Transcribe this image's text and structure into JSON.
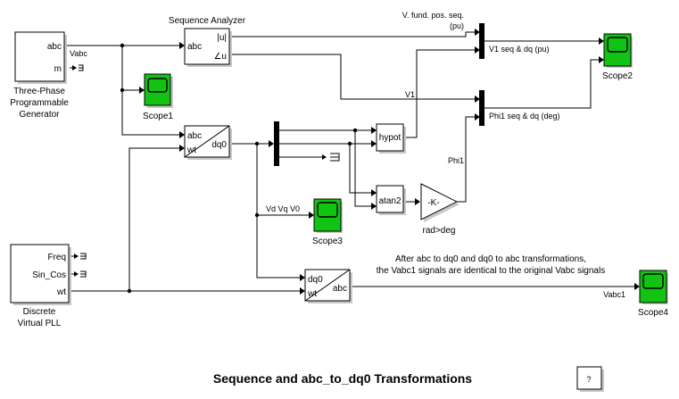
{
  "diagram": {
    "title": "Sequence and abc_to_dq0 Transformations",
    "help_button": "?",
    "note_line1": "After abc to dq0 and dq0 to abc transformations,",
    "note_line2": "the Vabc1 signals are identical to the original Vabc signals",
    "blocks": {
      "generator": {
        "name_line1": "Three-Phase",
        "name_line2": "Programmable",
        "name_line3": "Generator",
        "port_abc": "abc",
        "port_m": "m"
      },
      "sequence_analyzer": {
        "name": "Sequence Analyzer",
        "port_in": "abc",
        "port_mag": "|u|",
        "port_ang": "∠u"
      },
      "abc_to_dq0": {
        "port_abc": "abc",
        "port_wt": "wt",
        "port_dq0": "dq0"
      },
      "dq0_to_abc": {
        "port_dq0": "dq0",
        "port_wt": "wt",
        "port_abc": "abc"
      },
      "hypot": {
        "label": "hypot"
      },
      "atan2": {
        "label": "atan2"
      },
      "gain": {
        "label": "-K-",
        "name": "rad>deg"
      },
      "pll": {
        "name_line1": "Discrete",
        "name_line2": "Virtual PLL",
        "port_freq": "Freq",
        "port_sincos": "Sin_Cos",
        "port_wt": "wt"
      },
      "scope1": {
        "name": "Scope1"
      },
      "scope2": {
        "name": "Scope2"
      },
      "scope3": {
        "name": "Scope3"
      },
      "scope4": {
        "name": "Scope4"
      }
    },
    "signals": {
      "vabc": "Vabc",
      "v_fund_line1": "V. fund. pos. seq.",
      "v_fund_line2": "(pu)",
      "v1": "V1",
      "v1_seq_dq": "V1  seq & dq (pu)",
      "phi1": "Phi1",
      "phi1_seq_dq": "Phi1 seq & dq (deg)",
      "vd_vq_v0": "Vd Vq V0",
      "vabc1": "Vabc1"
    },
    "colors": {
      "scope_green": "#13c313",
      "line": "#000000",
      "background": "#ffffff"
    }
  }
}
